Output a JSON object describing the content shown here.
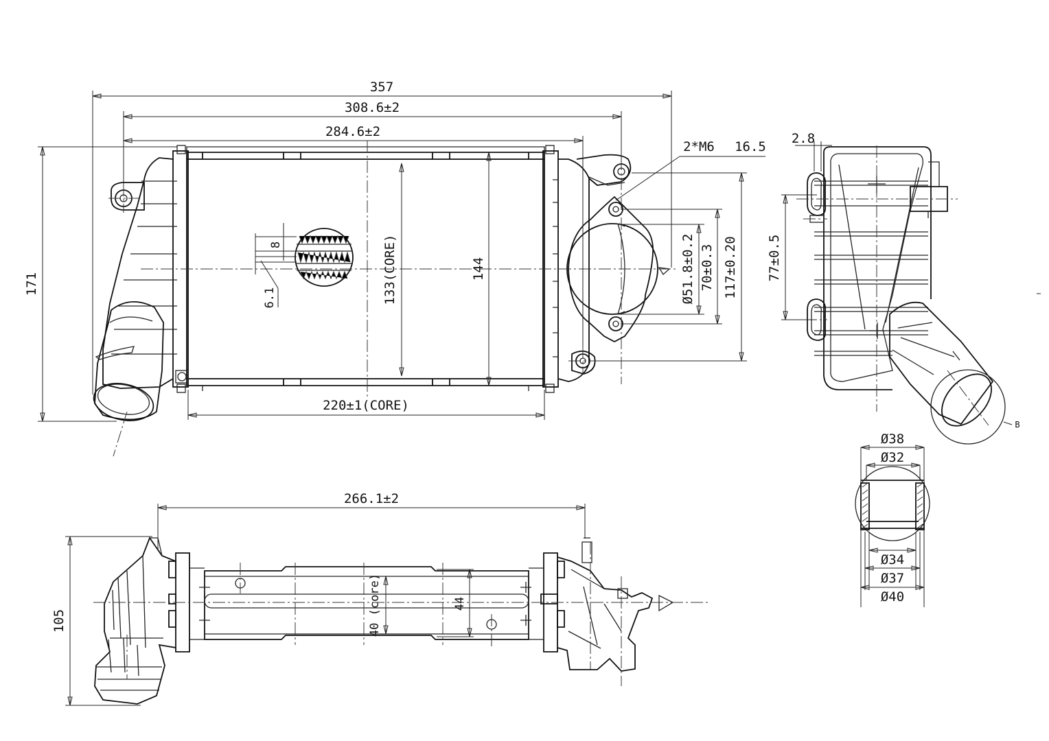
{
  "drawing": {
    "dimensions": {
      "overall_width": "357",
      "mount_span": "308.6±2",
      "tank_span": "284.6±2",
      "fastener": "2*M6",
      "fastener_offset": "16.5",
      "overall_height": "171",
      "fin_pitch": "8",
      "tube_pitch": "6.1",
      "core_height": "133(CORE)",
      "tank_height": "144",
      "port_dia": "Ø51.8±0.2",
      "flange_hole": "70±0.3",
      "flange_span": "117±0.20",
      "core_width": "220±1(CORE)",
      "bracket_thickness": "2.8",
      "side_bracket_span": "77±0.5",
      "detail_ref": "B",
      "pipe_outer_top": "Ø38",
      "pipe_inner_top": "Ø32",
      "pipe_inner_bottom": "Ø34",
      "pipe_mid_bottom": "Ø37",
      "pipe_outer_bottom": "Ø40",
      "bottom_span": "266.1±2",
      "depth": "105",
      "core_depth": "40 (core)",
      "depth_inner": "44"
    }
  }
}
